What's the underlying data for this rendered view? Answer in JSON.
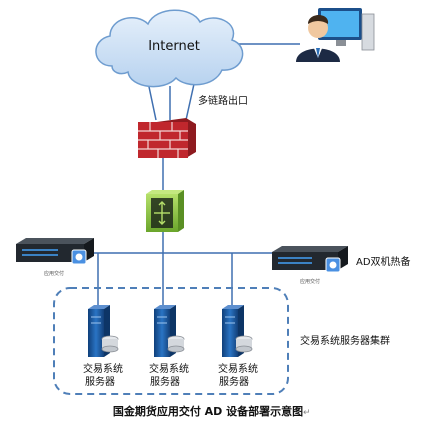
{
  "cloud": {
    "label": "Internet"
  },
  "links": {
    "multi_link_label": "多链路出口"
  },
  "ad": {
    "label": "AD双机热备",
    "left_unit_tag": "应用交付",
    "right_unit_tag": "应用交付"
  },
  "cluster": {
    "label": "交易系统服务器集群"
  },
  "servers": [
    {
      "line1": "交易系统",
      "line2": "服务器"
    },
    {
      "line1": "交易系统",
      "line2": "服务器"
    },
    {
      "line1": "交易系统",
      "line2": "服务器"
    }
  ],
  "caption": {
    "text": "国金期货应用交付 AD 设备部署示意图"
  },
  "colors": {
    "line": "#3f6fb0",
    "cloud_fill": "#c9dff4",
    "cloud_stroke": "#6e9ccf",
    "firewall": "#c0272d",
    "switch_green": "#8dc63f",
    "ad_unit": "#22282f",
    "ad_badge": "#4a90e2",
    "server_blue": "#1f5fa8",
    "dashed_box": "#4f7fb8"
  },
  "icons": {
    "firewall": "firewall-icon",
    "switch": "switch-icon",
    "user": "user-at-computer-icon",
    "server": "server-icon",
    "ad": "ad-appliance-icon"
  }
}
